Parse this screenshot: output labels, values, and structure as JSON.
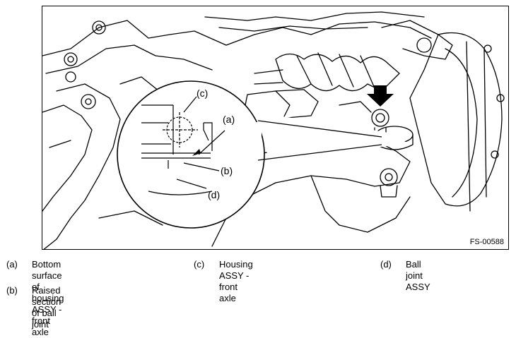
{
  "figure": {
    "code": "FS-00588",
    "callouts": {
      "a": "(a)",
      "b": "(b)",
      "c": "(c)",
      "d": "(d)"
    }
  },
  "legend": [
    {
      "tag": "(a)",
      "text_line1": "Bottom surface of housing ASSY -",
      "text_line2": "front axle"
    },
    {
      "tag": "(b)",
      "text_line1": "Raised section of ball joint"
    },
    {
      "tag": "(c)",
      "text_line1": "Housing ASSY - front axle"
    },
    {
      "tag": "(d)",
      "text_line1": "Ball joint ASSY"
    }
  ]
}
